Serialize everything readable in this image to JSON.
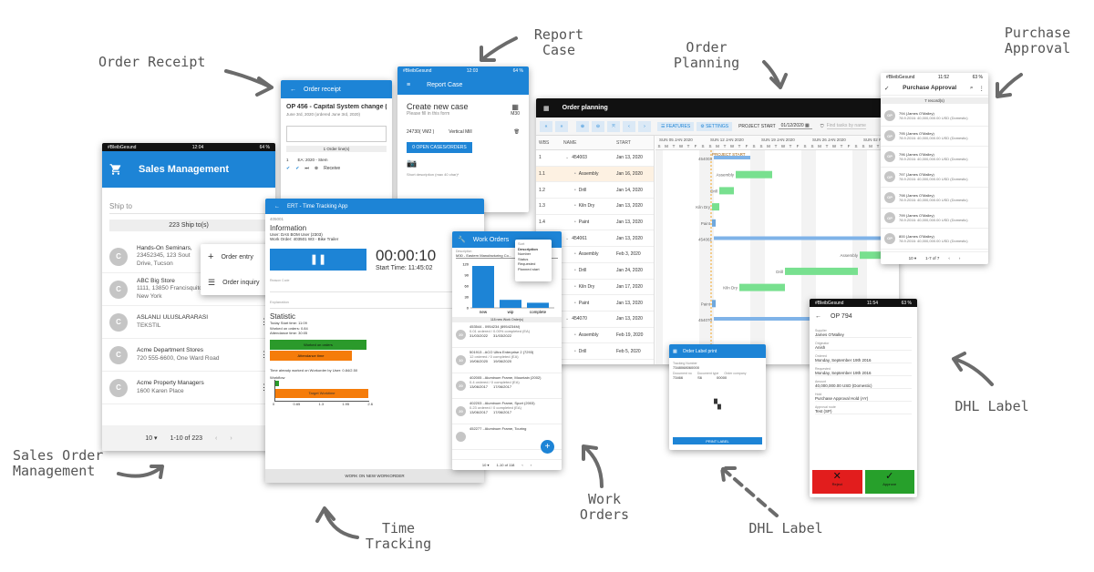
{
  "callouts": {
    "order_receipt": "Order Receipt",
    "report_case": "Report\nCase",
    "order_planning": "Order\nPlanning",
    "purchase_approval": "Purchase\nApproval",
    "sales_order_management": "Sales Order\nManagement",
    "time_tracking": "Time\nTracking",
    "work_orders": "Work\nOrders",
    "dhl_label_right": "DHL Label",
    "dhl_label_bottom": "DHL Label"
  },
  "sales": {
    "status_carrier": "#BleibGesund",
    "status_time": "12:04",
    "status_battery": "64 %",
    "title": "Sales Management",
    "ship_to_label": "Ship to",
    "ship_count": "223 Ship to(s)",
    "menu": [
      "Order entry",
      "Order inquiry"
    ],
    "items": [
      {
        "initial": "C",
        "name": "Hands-On Seminars,",
        "line2": "23452345, 123 Sout",
        "line3": "Drive, Tucson"
      },
      {
        "initial": "C",
        "name": "ABC Big Store",
        "line2": "1111, 13850 Francisquito Ave.,",
        "line3": "New York"
      },
      {
        "initial": "C",
        "name": "ASLANLI ULUSLARARASI",
        "line2": "TEKSTIL",
        "line3": ""
      },
      {
        "initial": "C",
        "name": "Acme Department Stores",
        "line2": "720 555-6600, One Ward Road",
        "line3": ""
      },
      {
        "initial": "C",
        "name": "Acme Property Managers",
        "line2": "1600 Karen Place",
        "line3": ""
      }
    ],
    "rows_per_page": "10",
    "pagination": "1-10 of 223"
  },
  "receipt": {
    "title": "Order receipt",
    "order_title": "OP 456 - Capital System change (42...",
    "order_date": "June 3rd, 2020 (ordered June 3rd, 2020)",
    "lines": "1 Order line(s)",
    "line_qty": "1",
    "line_desc": "EA: 2020 - Stem",
    "receive_label": "Receive"
  },
  "report": {
    "status_carrier": "#BleibGesund",
    "status_time": "12:03",
    "status_battery": "64 %",
    "title": "Report Case",
    "heading": "Create new case",
    "subheading": "Please fill in this form",
    "code": "M30",
    "asset": "24730( VM2 )",
    "asset_desc": "Vertical Mill",
    "open_cases_button": "0 OPEN CASES/ORDERS",
    "short_desc": "Short description (max 40 char)*"
  },
  "time": {
    "title": "ERT - Time Tracking App",
    "sub": "405001",
    "section_title": "Information",
    "user_line": "User: DAS BOM User (2303)",
    "work_order_line": "Work Order: 403501 W3 - Bike Trailer",
    "timer": "00:00:10",
    "start_time": "Start Time: 11:45:02",
    "reason_code": "Reason Code",
    "explanation": "Explanation",
    "statistic_title": "Statistic",
    "stat_lines": [
      "Today Start time: 11:09",
      "Worked on orders: 0.84",
      "Attendance time: 30:05"
    ],
    "bar_worked": "Worked on orders",
    "bar_attendance": "Attendance time",
    "time_worked": "Time already worked on Workorder by User: 0.84/2.50",
    "workflow_label": "Workflow",
    "target_label": "Target Worktime",
    "axis": [
      "0",
      "0.65",
      "1.3",
      "1.95",
      "2.6"
    ],
    "bottom_button": "WORK ON NEW WORKORDER"
  },
  "workorders": {
    "title": "Work Orders",
    "desc_label": "Description",
    "desc_value": "M30 - Eastern Manufacturing Co...",
    "sort_menu_label": "Sort",
    "sort_options": [
      "Description",
      "Number",
      "Status",
      "Requested",
      "Planned start"
    ],
    "chart_caption": "118 new Work Order(s)",
    "items": [
      {
        "badge": "20",
        "title": "453544 - 0954234 (8954234M)",
        "sub": "0.01 ordered / 0.00% completed (EA)",
        "d1": "31/03/2022",
        "d2": "31/03/2022"
      },
      {
        "badge": "10",
        "title": "501913 - ACO Ultra Enterprise 2 (7293)",
        "sub": "12 ordered / 0 completed (EA)",
        "d1": "19/06/2020",
        "d2": "19/06/2020"
      },
      {
        "badge": "20",
        "title": "402005 - Aluminum Frame, Mountain (2002)",
        "sub": "0.4 ordered / 0 completed (EA)",
        "d1": "13/06/2017",
        "d2": "17/06/2017"
      },
      {
        "badge": "20",
        "title": "402203 - Aluminum Frame, Sport (2003)",
        "sub": "0.23 ordered / 0 completed (EA)",
        "d1": "13/06/2017",
        "d2": "17/06/2017"
      },
      {
        "badge": "",
        "title": "452277 - Aluminum Frame, Touring",
        "sub": "",
        "d1": "",
        "d2": ""
      }
    ],
    "rows_per_page": "10",
    "pagination": "1-10 of 118"
  },
  "wo_chart": {
    "chart_data": {
      "type": "bar",
      "categories": [
        "new",
        "wip",
        "complete"
      ],
      "values": [
        115,
        22,
        14
      ],
      "ylim": [
        0,
        120
      ],
      "yticks": [
        "120",
        "90",
        "60",
        "30",
        "0"
      ],
      "xlabel": "",
      "ylabel": "",
      "title": ""
    }
  },
  "planning": {
    "title": "Order planning",
    "toolbar": {
      "features": "FEATURES",
      "settings": "SETTINGS",
      "project_start_label": "PROJECT START",
      "project_start_value": "01/12/2020",
      "filter_placeholder": "Find tasks by name"
    },
    "columns": {
      "wbs": "WBS",
      "name": "NAME",
      "start": "START"
    },
    "weeks": [
      "SUN 05 JAN 2020",
      "SUN 12 JAN 2020",
      "SUN 19 JAN 2020",
      "SUN 26 JAN 2020",
      "SUN 02 FE"
    ],
    "days": [
      "S",
      "M",
      "T",
      "W",
      "T",
      "F",
      "S",
      "S",
      "M",
      "T",
      "W",
      "T",
      "F",
      "S",
      "S",
      "M",
      "T",
      "W",
      "T",
      "F",
      "S",
      "S",
      "M",
      "T",
      "W",
      "T",
      "F",
      "S",
      "S",
      "M",
      "T",
      "W"
    ],
    "project_start_tag": "PROJECT START",
    "rows": [
      {
        "wbs": "1",
        "name": "454003",
        "start": "Jan 13, 2020",
        "group": true
      },
      {
        "wbs": "1.1",
        "name": "Assembly",
        "start": "Jan 16, 2020",
        "group": false
      },
      {
        "wbs": "1.2",
        "name": "Drill",
        "start": "Jan 14, 2020",
        "group": false
      },
      {
        "wbs": "1.3",
        "name": "Kiln Dry",
        "start": "Jan 13, 2020",
        "group": false
      },
      {
        "wbs": "1.4",
        "name": "Paint",
        "start": "Jan 13, 2020",
        "group": false
      },
      {
        "wbs": "2",
        "name": "454061",
        "start": "Jan 13, 2020",
        "group": true
      },
      {
        "wbs": "",
        "name": "Assembly",
        "start": "Feb 3, 2020",
        "group": false
      },
      {
        "wbs": "",
        "name": "Drill",
        "start": "Jan 24, 2020",
        "group": false
      },
      {
        "wbs": "",
        "name": "Kiln Dry",
        "start": "Jan 17, 2020",
        "group": false
      },
      {
        "wbs": "",
        "name": "Paint",
        "start": "Jan 13, 2020",
        "group": false
      },
      {
        "wbs": "",
        "name": "454070",
        "start": "Jan 13, 2020",
        "group": true
      },
      {
        "wbs": "",
        "name": "Assembly",
        "start": "Feb 19, 2020",
        "group": false
      },
      {
        "wbs": "",
        "name": "Drill",
        "start": "Feb 5, 2020",
        "group": false
      }
    ],
    "bar_labels": [
      "454003",
      "Assembly",
      "Drill",
      "Kiln Dry",
      "Paint",
      "454061",
      "Assembly",
      "Drill",
      "Kiln Dry",
      "Paint",
      "454070"
    ]
  },
  "purchase": {
    "status_carrier": "#BleibGesund",
    "status_time": "11:52",
    "status_battery": "63 %",
    "title": "Purchase Approval",
    "count": "7 record(s)",
    "items": [
      {
        "initial": "OP",
        "name": "794 (James O'Malley)",
        "sub": "78.9.2016: 40,000,000.00 USD (Domestic)"
      },
      {
        "initial": "OP",
        "name": "795 (James O'Malley)",
        "sub": "78.9.2016: 40,000,000.00 USD (Domestic)"
      },
      {
        "initial": "OP",
        "name": "796 (James O'Malley)",
        "sub": "78.9.2016: 40,000,000.00 USD (Domestic)"
      },
      {
        "initial": "OP",
        "name": "797 (James O'Malley)",
        "sub": "78.9.2016: 40,000,000.00 USD (Domestic)"
      },
      {
        "initial": "OP",
        "name": "798 (James O'Malley)",
        "sub": "78.9.2016: 40,000,000.00 USD (Domestic)"
      },
      {
        "initial": "OP",
        "name": "799 (James O'Malley)",
        "sub": "78.9.2016: 40,000,000.00 USD (Domestic)"
      },
      {
        "initial": "OP",
        "name": "800 (James O'Malley)",
        "sub": "78.9.2016: 40,000,000.00 USD (Domestic)"
      }
    ],
    "rows_per_page": "10",
    "pagination": "1-7 of 7"
  },
  "op794": {
    "status_carrier": "#BleibGesund",
    "status_time": "11:54",
    "status_battery": "63 %",
    "title": "OP 794",
    "fields": [
      {
        "label": "Supplier",
        "value": "James O'Malley"
      },
      {
        "label": "Originator",
        "value": "Anish"
      },
      {
        "label": "Ordered",
        "value": "Monday, September 19th 2016"
      },
      {
        "label": "Requested",
        "value": "Monday, September 19th 2016"
      },
      {
        "label": "Amount",
        "value": "40,000,000.00 USD (Domestic)"
      },
      {
        "label": "Hold",
        "value": "Purchase Approval Hold (AY)"
      },
      {
        "label": "Approval route",
        "value": "Test (SP)"
      }
    ],
    "reject_label": "Reject",
    "approve_label": "Approve"
  },
  "dhl": {
    "title": "Order Label print",
    "tracking_label": "Tracking Number",
    "tracking_value": "7348068060000",
    "cols": [
      "Document no",
      "Document type",
      "Order company"
    ],
    "vals": [
      "73466",
      "S6",
      "00000"
    ],
    "print_button": "PRINT LABEL"
  }
}
